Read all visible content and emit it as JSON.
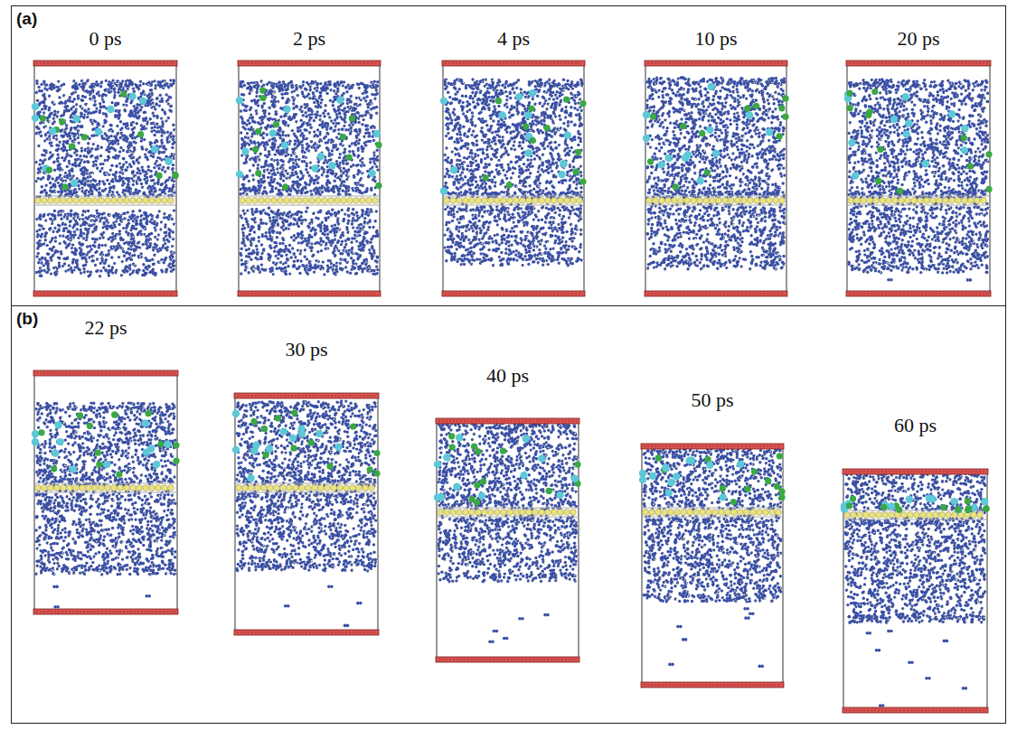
{
  "diagram": {
    "labels": [
      "(a)",
      "0 ps",
      "2 ps",
      "4 ps",
      "10 ps",
      "20 ps",
      "(b)",
      "22 ps",
      "30 ps",
      "40 ps",
      "50 ps",
      "60 ps"
    ]
  }
}
